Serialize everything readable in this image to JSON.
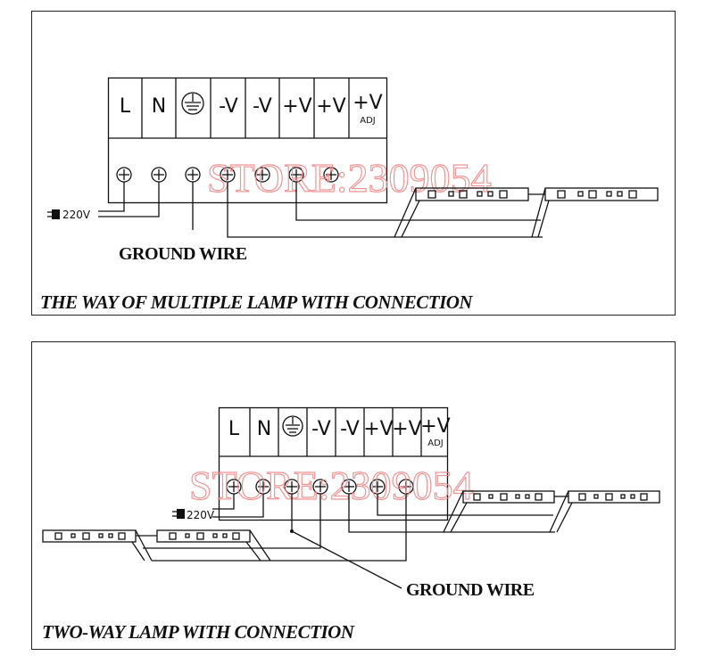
{
  "terminals": {
    "l": "L",
    "n": "N",
    "vneg1": "-V",
    "vneg2": "-V",
    "vpos1": "+V",
    "vpos2": "+V",
    "vpos_adj": "+V",
    "adj": "ADJ"
  },
  "voltage_label": "220V",
  "watermark": "STORE:2309054",
  "ground_wire_label": "GROUND WIRE",
  "panel1": {
    "title": "THE WAY OF MULTIPLE LAMP WITH CONNECTION"
  },
  "panel2": {
    "title": "TWO-WAY LAMP WITH CONNECTION"
  },
  "icons": [
    "ground-symbol-icon",
    "screw-terminal-icon",
    "plug-icon",
    "led-strip-icon"
  ]
}
